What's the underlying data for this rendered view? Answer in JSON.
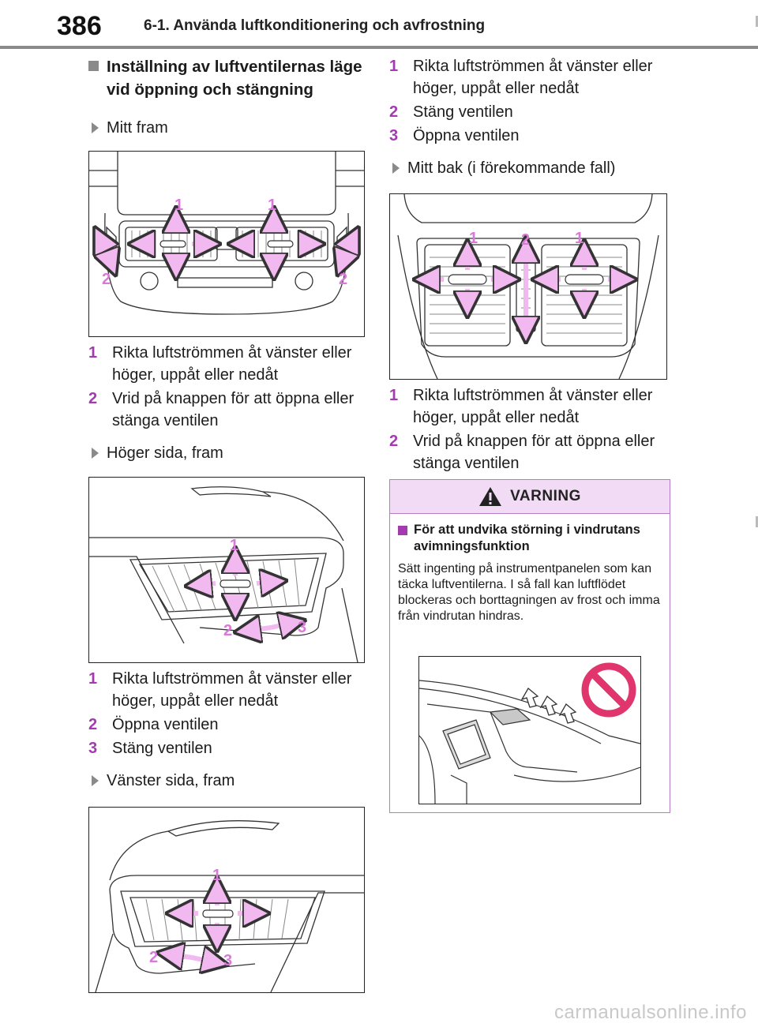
{
  "header": {
    "page_number": "386",
    "chapter_title": "6-1. Använda luftkonditionering och avfrostning"
  },
  "left": {
    "heading": "Inställning av luftventilernas läge vid öppning och stängning",
    "sections": [
      {
        "title": "Mitt fram",
        "steps": [
          {
            "num": "1",
            "text": "Rikta luftströmmen åt vänster eller höger, uppåt eller nedåt"
          },
          {
            "num": "2",
            "text": "Vrid på knappen för att öppna eller stänga ventilen"
          }
        ],
        "callouts": [
          "1",
          "1",
          "2",
          "2"
        ]
      },
      {
        "title": "Höger sida, fram",
        "steps": [
          {
            "num": "1",
            "text": "Rikta luftströmmen åt vänster eller höger, uppåt eller nedåt"
          },
          {
            "num": "2",
            "text": "Öppna ventilen"
          },
          {
            "num": "3",
            "text": "Stäng ventilen"
          }
        ],
        "callouts": [
          "1",
          "2",
          "3"
        ]
      },
      {
        "title": "Vänster sida, fram",
        "callouts": [
          "1",
          "2",
          "3"
        ]
      }
    ]
  },
  "right": {
    "top_steps": [
      {
        "num": "1",
        "text": "Rikta luftströmmen åt vänster eller höger, uppåt eller nedåt"
      },
      {
        "num": "2",
        "text": "Stäng ventilen"
      },
      {
        "num": "3",
        "text": "Öppna ventilen"
      }
    ],
    "rear": {
      "title": "Mitt bak (i förekommande fall)",
      "steps": [
        {
          "num": "1",
          "text": "Rikta luftströmmen åt vänster eller höger, uppåt eller nedåt"
        },
        {
          "num": "2",
          "text": "Vrid på knappen för att öppna eller stänga ventilen"
        }
      ],
      "callouts": [
        "1",
        "2",
        "1"
      ]
    }
  },
  "warning": {
    "title": "VARNING",
    "subheading": "För att undvika störning i vindrutans avimningsfunktion",
    "body": "Sätt ingenting på instrumentpanelen som kan täcka luftventilerna. I så fall kan luftflödet blockeras och borttagningen av frost och imma från vindrutan hindras."
  },
  "watermark": "carmanualsonline.info",
  "colors": {
    "accent": "#a33ab0",
    "arrow_fill": "#f2b8f0",
    "warning_bg": "#f2dcf5",
    "prohibit": "#e0356d"
  }
}
